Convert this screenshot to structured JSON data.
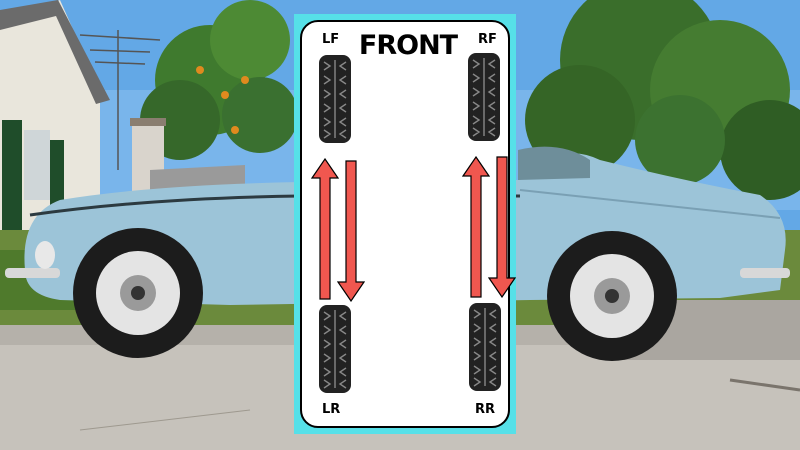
{
  "diagram": {
    "title": "FRONT",
    "positions": {
      "left_front": "LF",
      "right_front": "RF",
      "left_rear": "LR",
      "right_rear": "RR"
    },
    "rotation": [
      {
        "from": "LR",
        "to": "LF"
      },
      {
        "from": "LF",
        "to": "LR"
      },
      {
        "from": "RR",
        "to": "RF"
      },
      {
        "from": "RF",
        "to": "RR"
      }
    ]
  },
  "colors": {
    "panel_border": "#56e0e8",
    "arrow": "#f0574f",
    "car_body": "#9cc4d8",
    "sky": "#63a8e6"
  }
}
